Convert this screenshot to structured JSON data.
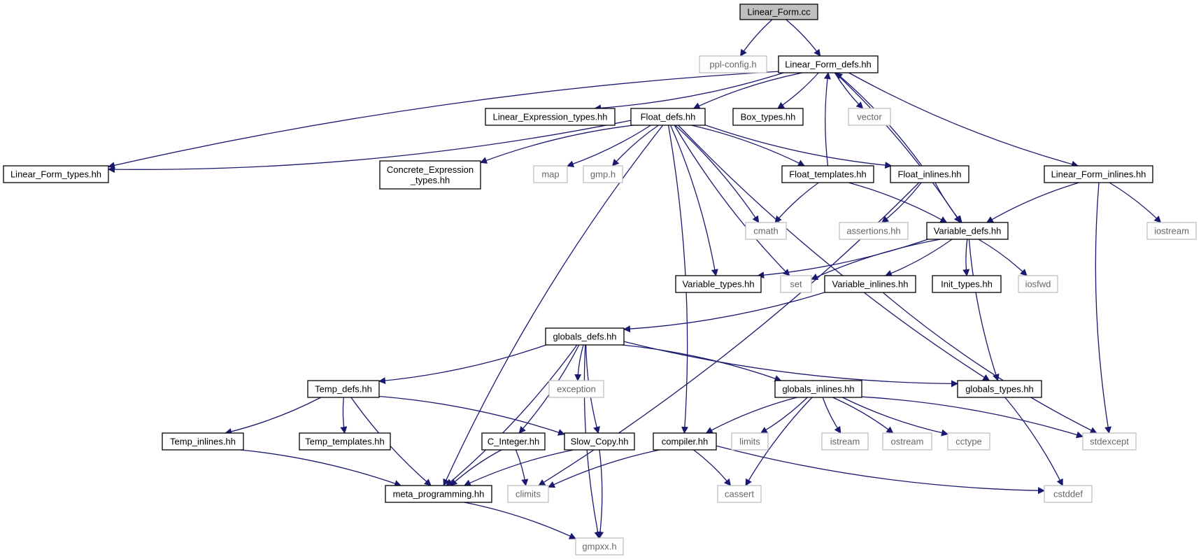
{
  "colors": {
    "edge": "#191970",
    "root_fill": "#bfbfbf",
    "root_border": "#000000",
    "node_border": "#000000",
    "external_border": "#bfbfbf",
    "node_text": "#000000",
    "external_text": "#666666"
  },
  "nodes": [
    {
      "id": "linear_form_cc",
      "label": "Linear_Form.cc",
      "kind": "root"
    },
    {
      "id": "ppl_config_h",
      "label": "ppl-config.h",
      "kind": "external"
    },
    {
      "id": "linear_form_defs_hh",
      "label": "Linear_Form_defs.hh",
      "kind": "internal"
    },
    {
      "id": "linear_form_types_hh",
      "label": "Linear_Form_types.hh",
      "kind": "internal"
    },
    {
      "id": "linear_expression_types_hh",
      "label": "Linear_Expression_types.hh",
      "kind": "internal"
    },
    {
      "id": "float_defs_hh",
      "label": "Float_defs.hh",
      "kind": "internal"
    },
    {
      "id": "box_types_hh",
      "label": "Box_types.hh",
      "kind": "internal"
    },
    {
      "id": "vector",
      "label": "vector",
      "kind": "external"
    },
    {
      "id": "linear_form_inlines_hh",
      "label": "Linear_Form_inlines.hh",
      "kind": "internal"
    },
    {
      "id": "concrete_expression_types_hh",
      "label": "Concrete_Expression\n_types.hh",
      "kind": "internal"
    },
    {
      "id": "map",
      "label": "map",
      "kind": "external"
    },
    {
      "id": "gmp_h",
      "label": "gmp.h",
      "kind": "external"
    },
    {
      "id": "float_templates_hh",
      "label": "Float_templates.hh",
      "kind": "internal"
    },
    {
      "id": "float_inlines_hh",
      "label": "Float_inlines.hh",
      "kind": "internal"
    },
    {
      "id": "cmath",
      "label": "cmath",
      "kind": "external"
    },
    {
      "id": "assertions_hh",
      "label": "assertions.hh",
      "kind": "external"
    },
    {
      "id": "variable_defs_hh",
      "label": "Variable_defs.hh",
      "kind": "internal"
    },
    {
      "id": "iostream",
      "label": "iostream",
      "kind": "external"
    },
    {
      "id": "variable_types_hh",
      "label": "Variable_types.hh",
      "kind": "internal"
    },
    {
      "id": "set",
      "label": "set",
      "kind": "external"
    },
    {
      "id": "variable_inlines_hh",
      "label": "Variable_inlines.hh",
      "kind": "internal"
    },
    {
      "id": "init_types_hh",
      "label": "Init_types.hh",
      "kind": "internal"
    },
    {
      "id": "iosfwd",
      "label": "iosfwd",
      "kind": "external"
    },
    {
      "id": "globals_defs_hh",
      "label": "globals_defs.hh",
      "kind": "internal"
    },
    {
      "id": "temp_defs_hh",
      "label": "Temp_defs.hh",
      "kind": "internal"
    },
    {
      "id": "exception",
      "label": "exception",
      "kind": "external"
    },
    {
      "id": "globals_inlines_hh",
      "label": "globals_inlines.hh",
      "kind": "internal"
    },
    {
      "id": "globals_types_hh",
      "label": "globals_types.hh",
      "kind": "internal"
    },
    {
      "id": "temp_inlines_hh",
      "label": "Temp_inlines.hh",
      "kind": "internal"
    },
    {
      "id": "temp_templates_hh",
      "label": "Temp_templates.hh",
      "kind": "internal"
    },
    {
      "id": "c_integer_hh",
      "label": "C_Integer.hh",
      "kind": "internal"
    },
    {
      "id": "slow_copy_hh",
      "label": "Slow_Copy.hh",
      "kind": "internal"
    },
    {
      "id": "compiler_hh",
      "label": "compiler.hh",
      "kind": "internal"
    },
    {
      "id": "limits",
      "label": "limits",
      "kind": "external"
    },
    {
      "id": "istream",
      "label": "istream",
      "kind": "external"
    },
    {
      "id": "ostream",
      "label": "ostream",
      "kind": "external"
    },
    {
      "id": "cctype",
      "label": "cctype",
      "kind": "external"
    },
    {
      "id": "stdexcept",
      "label": "stdexcept",
      "kind": "external"
    },
    {
      "id": "meta_programming_hh",
      "label": "meta_programming.hh",
      "kind": "internal"
    },
    {
      "id": "climits",
      "label": "climits",
      "kind": "external"
    },
    {
      "id": "cassert",
      "label": "cassert",
      "kind": "external"
    },
    {
      "id": "cstddef",
      "label": "cstddef",
      "kind": "external"
    },
    {
      "id": "gmpxx_h",
      "label": "gmpxx.h",
      "kind": "external"
    }
  ],
  "edges": [
    {
      "from": "linear_form_cc",
      "to": "ppl_config_h"
    },
    {
      "from": "linear_form_cc",
      "to": "linear_form_defs_hh"
    },
    {
      "from": "linear_form_defs_hh",
      "to": "linear_form_types_hh"
    },
    {
      "from": "linear_form_defs_hh",
      "to": "linear_expression_types_hh"
    },
    {
      "from": "linear_form_defs_hh",
      "to": "float_defs_hh"
    },
    {
      "from": "linear_form_defs_hh",
      "to": "box_types_hh"
    },
    {
      "from": "linear_form_defs_hh",
      "to": "vector"
    },
    {
      "from": "linear_form_defs_hh",
      "to": "variable_defs_hh"
    },
    {
      "from": "linear_form_defs_hh",
      "to": "linear_form_inlines_hh"
    },
    {
      "from": "float_defs_hh",
      "to": "linear_form_types_hh"
    },
    {
      "from": "float_defs_hh",
      "to": "concrete_expression_types_hh"
    },
    {
      "from": "float_defs_hh",
      "to": "map"
    },
    {
      "from": "float_defs_hh",
      "to": "gmp_h"
    },
    {
      "from": "float_defs_hh",
      "to": "float_templates_hh"
    },
    {
      "from": "float_defs_hh",
      "to": "float_inlines_hh"
    },
    {
      "from": "float_defs_hh",
      "to": "cmath"
    },
    {
      "from": "float_defs_hh",
      "to": "set"
    },
    {
      "from": "float_defs_hh",
      "to": "variable_types_hh"
    },
    {
      "from": "float_defs_hh",
      "to": "globals_types_hh"
    },
    {
      "from": "float_defs_hh",
      "to": "compiler_hh"
    },
    {
      "from": "float_defs_hh",
      "to": "meta_programming_hh"
    },
    {
      "from": "float_templates_hh",
      "to": "linear_form_defs_hh"
    },
    {
      "from": "float_templates_hh",
      "to": "cmath"
    },
    {
      "from": "float_templates_hh",
      "to": "variable_defs_hh"
    },
    {
      "from": "float_inlines_hh",
      "to": "linear_form_defs_hh"
    },
    {
      "from": "float_inlines_hh",
      "to": "assertions_hh"
    },
    {
      "from": "float_inlines_hh",
      "to": "variable_defs_hh"
    },
    {
      "from": "float_inlines_hh",
      "to": "climits"
    },
    {
      "from": "linear_form_inlines_hh",
      "to": "variable_defs_hh"
    },
    {
      "from": "linear_form_inlines_hh",
      "to": "iostream"
    },
    {
      "from": "linear_form_inlines_hh",
      "to": "stdexcept"
    },
    {
      "from": "variable_defs_hh",
      "to": "variable_types_hh"
    },
    {
      "from": "variable_defs_hh",
      "to": "set"
    },
    {
      "from": "variable_defs_hh",
      "to": "variable_inlines_hh"
    },
    {
      "from": "variable_defs_hh",
      "to": "init_types_hh"
    },
    {
      "from": "variable_defs_hh",
      "to": "iosfwd"
    },
    {
      "from": "variable_defs_hh",
      "to": "globals_types_hh"
    },
    {
      "from": "variable_inlines_hh",
      "to": "globals_defs_hh"
    },
    {
      "from": "variable_inlines_hh",
      "to": "stdexcept"
    },
    {
      "from": "globals_defs_hh",
      "to": "temp_defs_hh"
    },
    {
      "from": "globals_defs_hh",
      "to": "exception"
    },
    {
      "from": "globals_defs_hh",
      "to": "globals_inlines_hh"
    },
    {
      "from": "globals_defs_hh",
      "to": "globals_types_hh"
    },
    {
      "from": "globals_defs_hh",
      "to": "c_integer_hh"
    },
    {
      "from": "globals_defs_hh",
      "to": "slow_copy_hh"
    },
    {
      "from": "globals_defs_hh",
      "to": "meta_programming_hh"
    },
    {
      "from": "globals_defs_hh",
      "to": "gmpxx_h"
    },
    {
      "from": "temp_defs_hh",
      "to": "temp_inlines_hh"
    },
    {
      "from": "temp_defs_hh",
      "to": "temp_templates_hh"
    },
    {
      "from": "temp_defs_hh",
      "to": "slow_copy_hh"
    },
    {
      "from": "temp_defs_hh",
      "to": "meta_programming_hh"
    },
    {
      "from": "temp_inlines_hh",
      "to": "meta_programming_hh"
    },
    {
      "from": "globals_inlines_hh",
      "to": "compiler_hh"
    },
    {
      "from": "globals_inlines_hh",
      "to": "limits"
    },
    {
      "from": "globals_inlines_hh",
      "to": "istream"
    },
    {
      "from": "globals_inlines_hh",
      "to": "ostream"
    },
    {
      "from": "globals_inlines_hh",
      "to": "cctype"
    },
    {
      "from": "globals_inlines_hh",
      "to": "stdexcept"
    },
    {
      "from": "globals_inlines_hh",
      "to": "cassert"
    },
    {
      "from": "globals_types_hh",
      "to": "cstddef"
    },
    {
      "from": "c_integer_hh",
      "to": "meta_programming_hh"
    },
    {
      "from": "c_integer_hh",
      "to": "climits"
    },
    {
      "from": "slow_copy_hh",
      "to": "meta_programming_hh"
    },
    {
      "from": "slow_copy_hh",
      "to": "gmpxx_h"
    },
    {
      "from": "compiler_hh",
      "to": "climits"
    },
    {
      "from": "compiler_hh",
      "to": "cassert"
    },
    {
      "from": "compiler_hh",
      "to": "cstddef"
    },
    {
      "from": "meta_programming_hh",
      "to": "gmpxx_h"
    }
  ]
}
